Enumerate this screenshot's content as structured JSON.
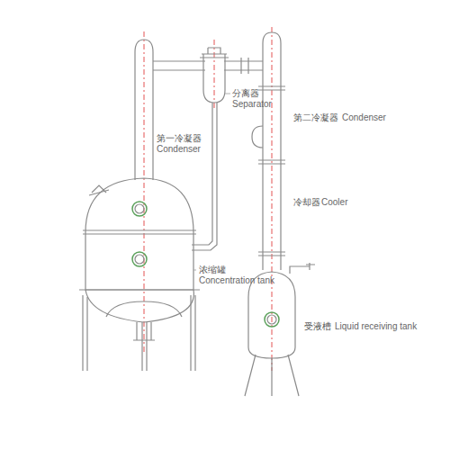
{
  "diagram": {
    "labels": [
      "分离器",
      "Separator",
      "第一冷凝器",
      "Condenser",
      "浓缩罐",
      "Concentration tank",
      "第二冷凝器",
      "Condenser",
      "冷却器",
      "Cooler",
      "受液槽",
      "Liquid receiving tank"
    ]
  }
}
